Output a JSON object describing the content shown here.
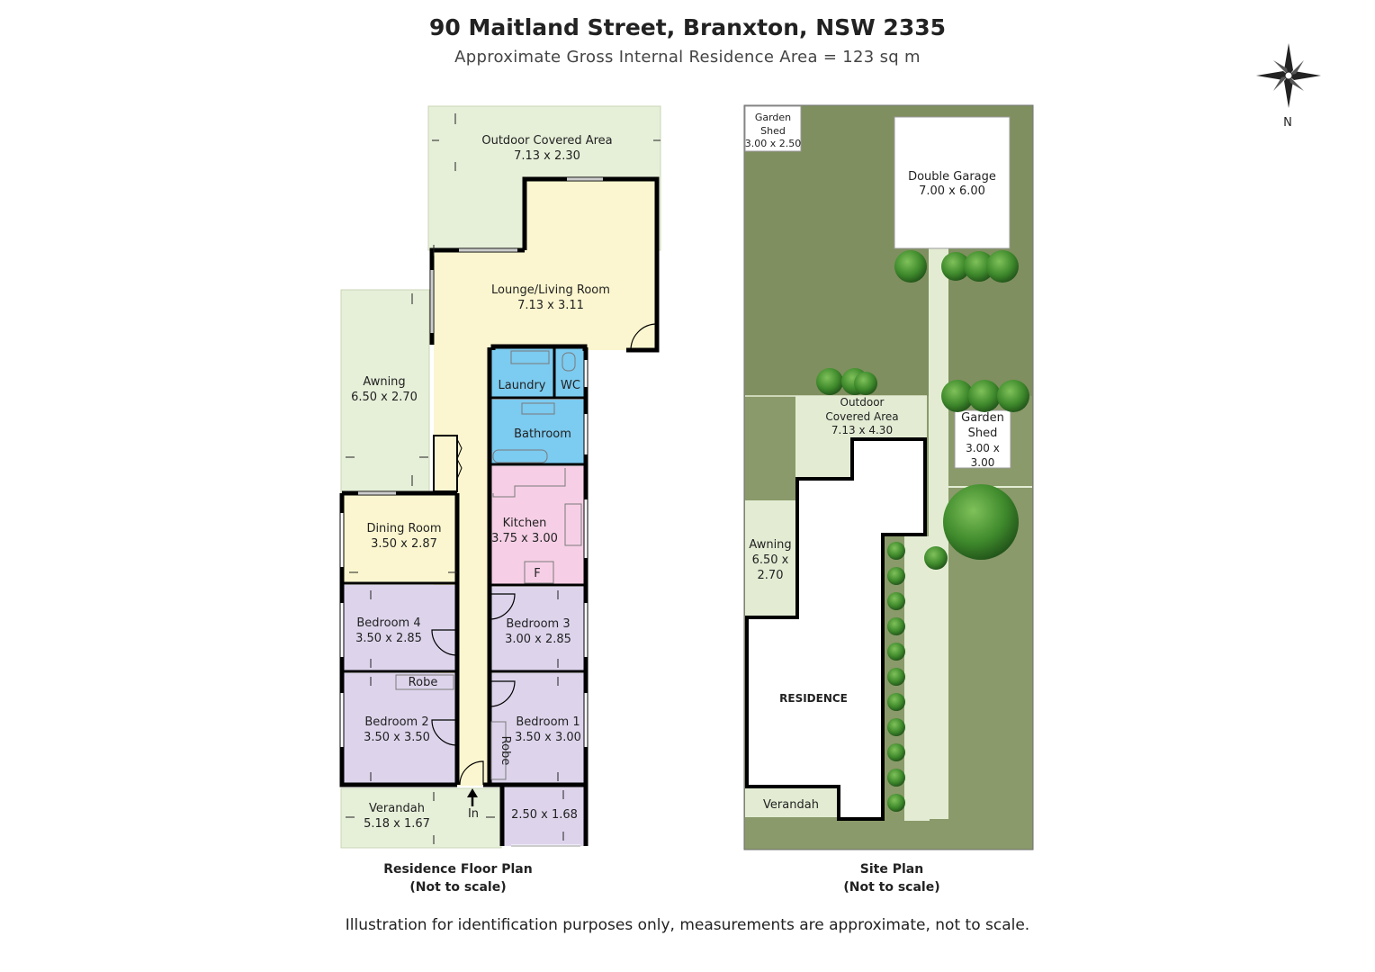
{
  "header": {
    "title": "90 Maitland Street, Branxton, NSW 2335",
    "subtitle": "Approximate Gross Internal Residence Area = 123 sq m"
  },
  "compass": {
    "label": "N"
  },
  "floor_plan": {
    "caption_line1": "Residence Floor Plan",
    "caption_line2": "(Not to scale)",
    "rooms": {
      "outdoor_covered": {
        "name": "Outdoor Covered Area",
        "dims": "7.13 x 2.30"
      },
      "lounge": {
        "name": "Lounge/Living Room",
        "dims": "7.13 x 3.11"
      },
      "awning": {
        "name": "Awning",
        "dims": "6.50 x 2.70"
      },
      "laundry": {
        "name": "Laundry"
      },
      "wc": {
        "name": "WC"
      },
      "bathroom": {
        "name": "Bathroom"
      },
      "kitchen": {
        "name": "Kitchen",
        "dims": "3.75 x 3.00",
        "fridge": "F"
      },
      "dining": {
        "name": "Dining Room",
        "dims": "3.50 x 2.87"
      },
      "bedroom4": {
        "name": "Bedroom 4",
        "dims": "3.50 x 2.85"
      },
      "bedroom3": {
        "name": "Bedroom 3",
        "dims": "3.00 x 2.85"
      },
      "robe_b2": {
        "name": "Robe"
      },
      "bedroom2": {
        "name": "Bedroom 2",
        "dims": "3.50 x 3.50"
      },
      "bedroom1": {
        "name": "Bedroom 1",
        "dims": "3.50 x 3.00"
      },
      "robe_b1": {
        "name": "Robe"
      },
      "verandah": {
        "name": "Verandah",
        "dims": "5.18 x 1.67"
      },
      "entry": {
        "name": "In"
      },
      "porch": {
        "dims": "2.50 x 1.68"
      }
    },
    "colors": {
      "outdoor": "#e6efd8",
      "living": "#fbf6cf",
      "wet": "#7ccbf0",
      "kitchen": "#f6cfe6",
      "bedroom": "#ddd4ec",
      "wall": "#000000"
    }
  },
  "site_plan": {
    "caption_line1": "Site Plan",
    "caption_line2": "(Not to scale)",
    "garden_shed_1": {
      "line1": "Garden",
      "line2": "Shed",
      "dims": "3.00 x 2.50"
    },
    "double_garage": {
      "name": "Double Garage",
      "dims": "7.00 x 6.00"
    },
    "outdoor_covered": {
      "line1": "Outdoor",
      "line2": "Covered Area",
      "dims": "7.13 x 4.30"
    },
    "garden_shed_2": {
      "line1": "Garden",
      "line2": "Shed",
      "dims_line1": "3.00 x",
      "dims_line2": "3.00"
    },
    "awning": {
      "line1": "Awning",
      "line2": "6.50 x",
      "line3": "2.70"
    },
    "residence": {
      "name": "RESIDENCE"
    },
    "verandah": {
      "name": "Verandah"
    },
    "colors": {
      "lawn": "#8a9a6a",
      "path": "#e3ecd3",
      "building": "#ffffff",
      "tree": "#3f7d2b"
    }
  },
  "footer": {
    "disclaimer": "Illustration for identification purposes only, measurements are approximate, not to scale."
  }
}
